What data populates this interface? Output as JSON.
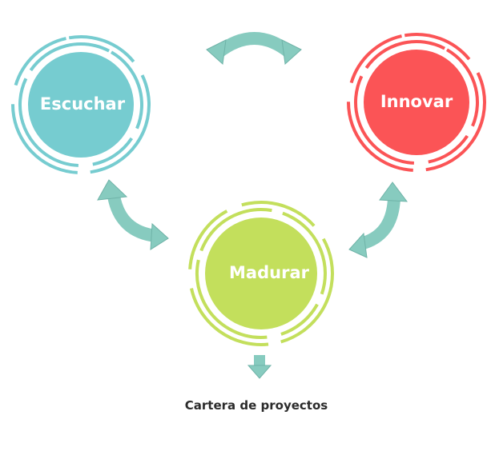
{
  "nodes": [
    {
      "label": "Escuchar",
      "color": "#76ccd0"
    },
    {
      "label": "Innovar",
      "color": "#fb5456"
    },
    {
      "label": "Madurar",
      "color": "#c3df5c"
    }
  ],
  "output": {
    "label": "Cartera de proyectos"
  },
  "arrow_color": "#87cbbf"
}
